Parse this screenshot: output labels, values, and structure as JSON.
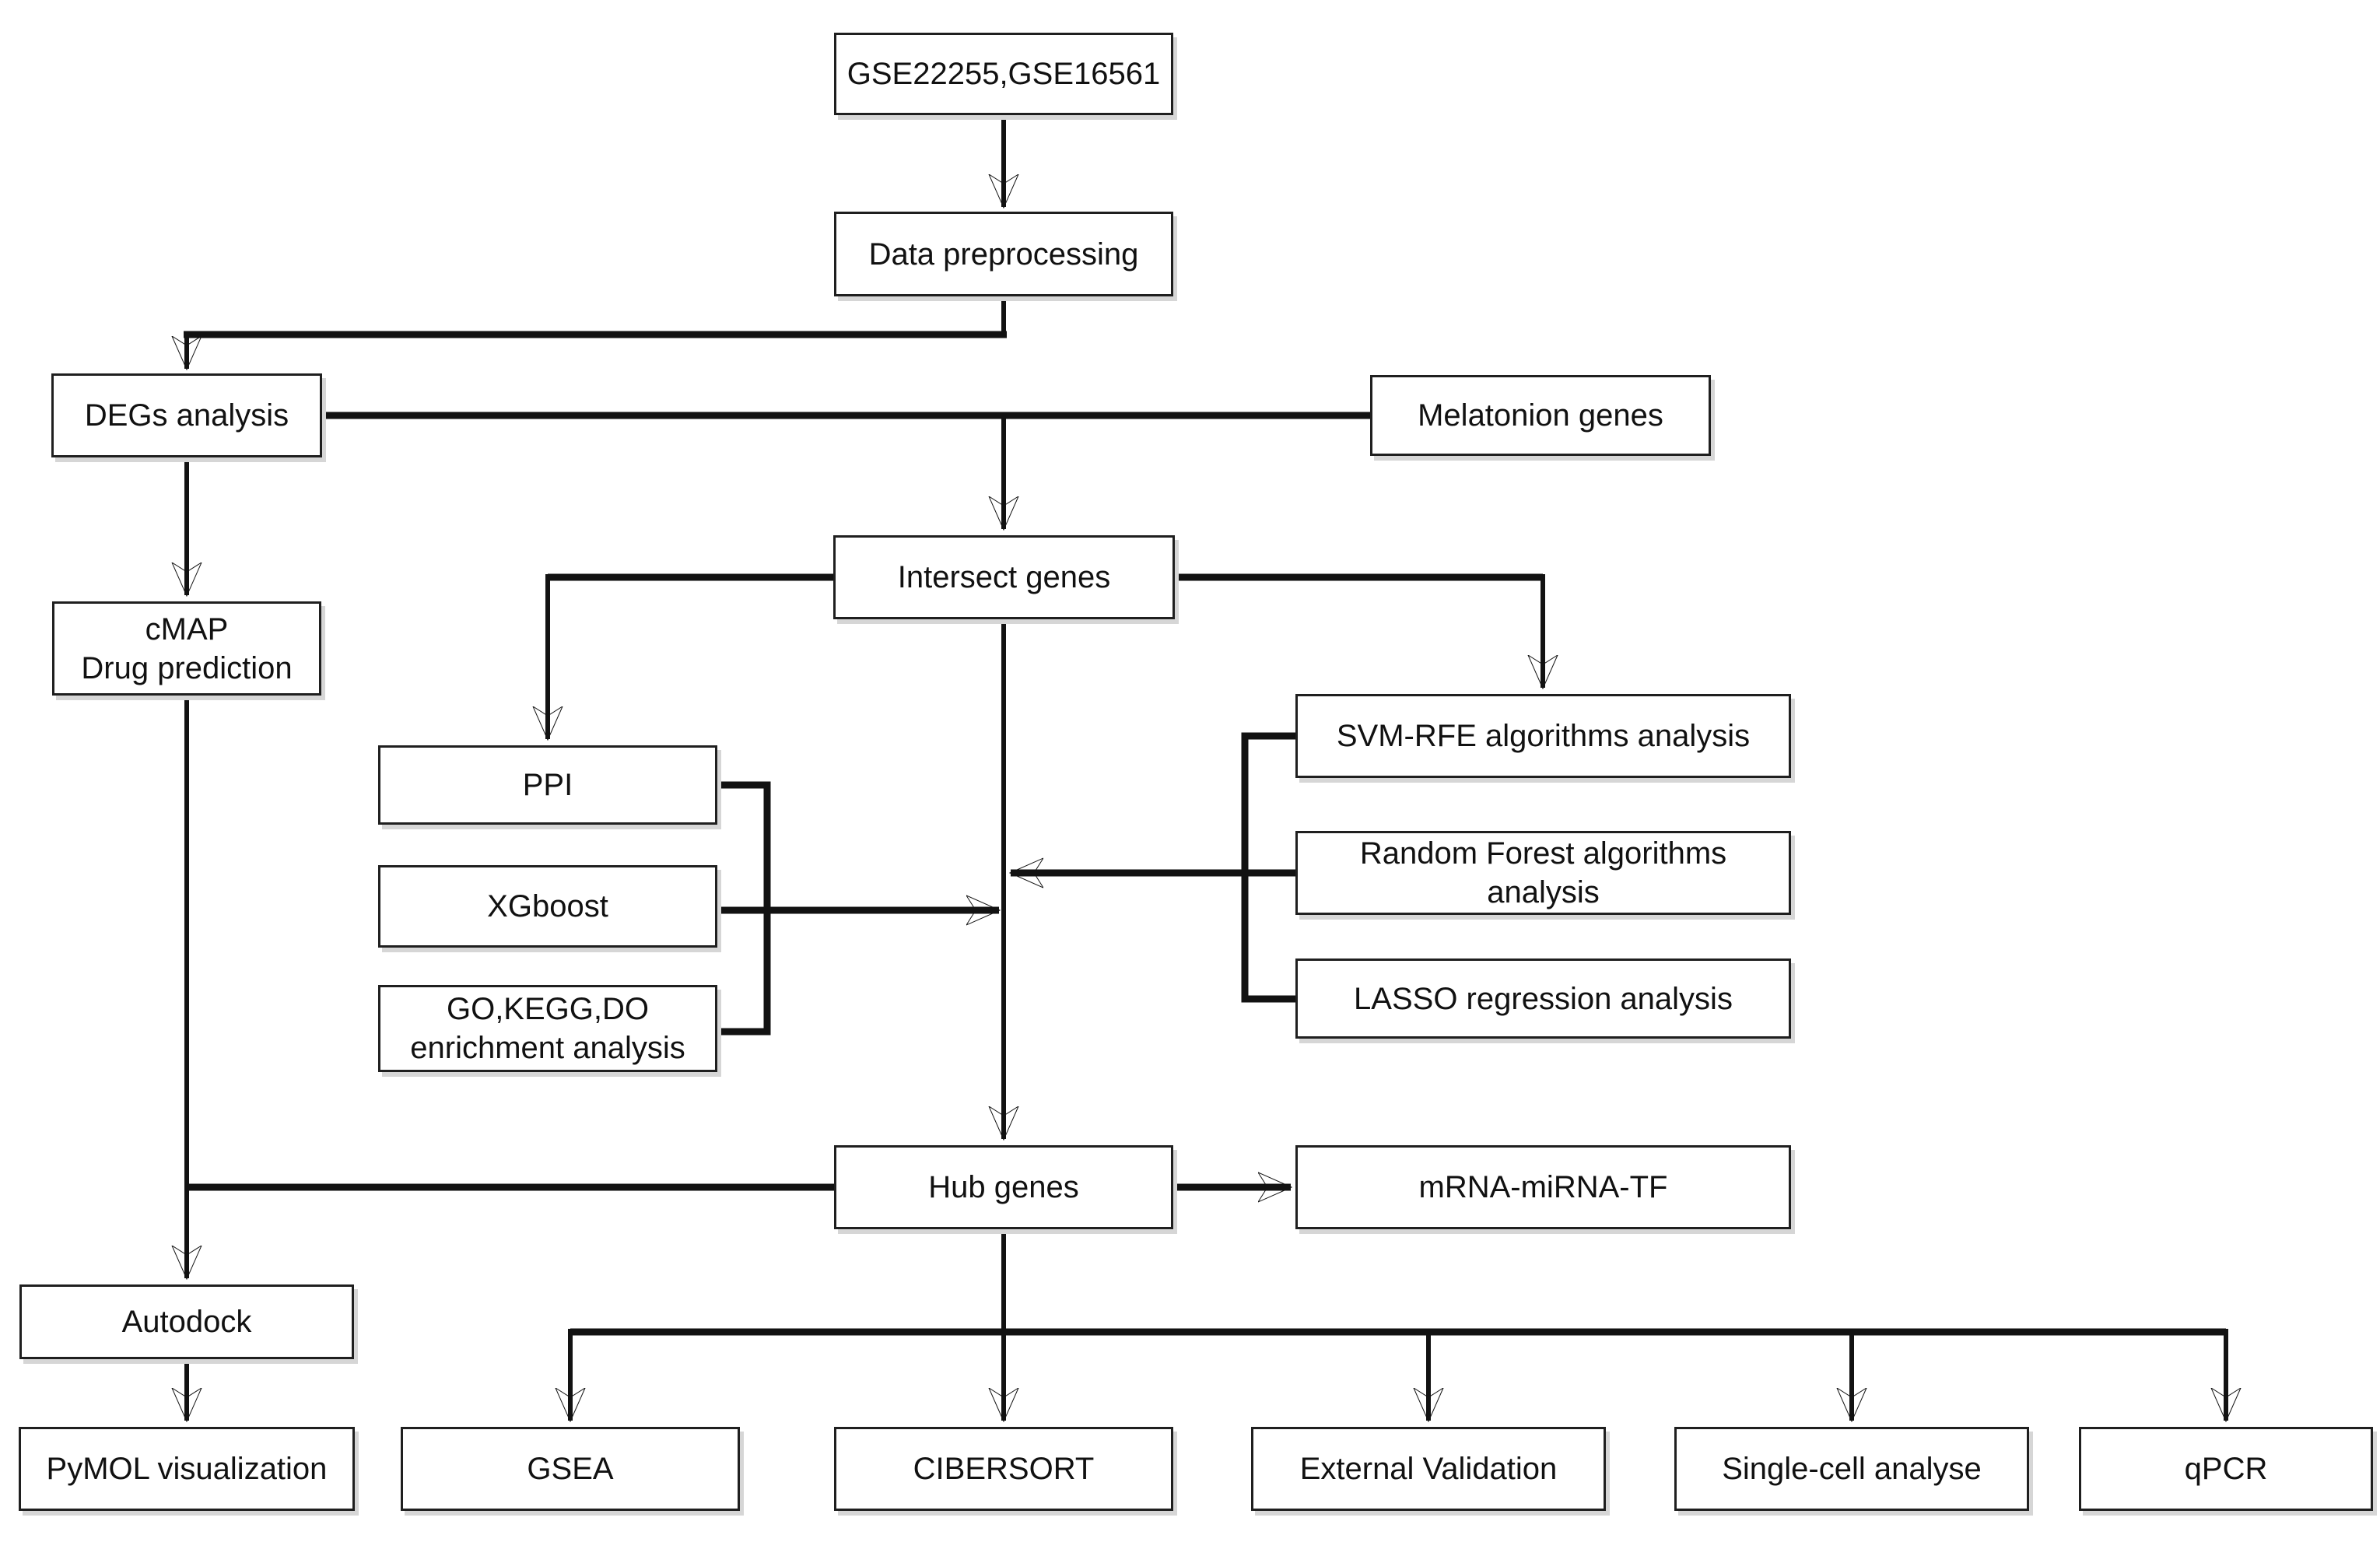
{
  "diagram": {
    "type": "flowchart",
    "background": "#ffffff",
    "line_color": "#121212",
    "box_border_color": "#1f1f1f",
    "nodes": {
      "gse": {
        "label": "GSE22255,GSE16561"
      },
      "preprocess": {
        "label": "Data preprocessing"
      },
      "degs": {
        "label": "DEGs analysis"
      },
      "melatonin": {
        "label": "Melatonion genes"
      },
      "intersect": {
        "label": "Intersect genes"
      },
      "cmap": {
        "line1": "cMAP",
        "line2": "Drug prediction"
      },
      "ppi": {
        "label": "PPI"
      },
      "xgboost": {
        "label": "XGboost"
      },
      "gokegg": {
        "line1": "GO,KEGG,DO",
        "line2": "enrichment analysis"
      },
      "svmrfe": {
        "label": "SVM-RFE algorithms analysis"
      },
      "randomforest": {
        "line1": "Random Forest algorithms",
        "line2": "analysis"
      },
      "lasso": {
        "label": "LASSO regression analysis"
      },
      "hub": {
        "label": "Hub genes"
      },
      "mrna": {
        "label": "mRNA-miRNA-TF"
      },
      "autodock": {
        "label": "Autodock"
      },
      "pymol": {
        "label": "PyMOL visualization"
      },
      "gsea": {
        "label": "GSEA"
      },
      "cibersort": {
        "label": "CIBERSORT"
      },
      "external": {
        "label": "External Validation"
      },
      "singlecell": {
        "label": "Single-cell analyse"
      },
      "qpcr": {
        "label": "qPCR"
      }
    }
  }
}
